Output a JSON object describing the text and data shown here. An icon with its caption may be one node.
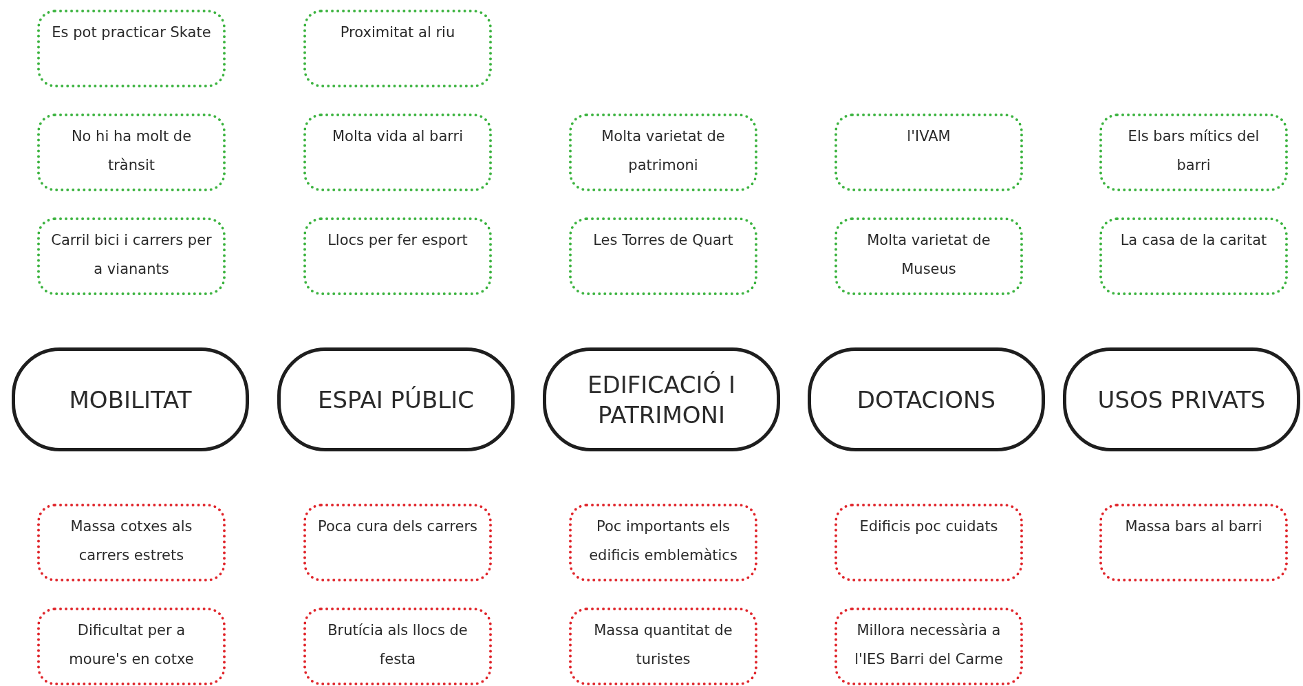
{
  "diagram": {
    "nodes": [
      {
        "text": [
          "Es pot practicar Skate"
        ]
      },
      {
        "text": [
          "Proximitat al riu"
        ]
      },
      {
        "text": [
          "No hi ha molt de trànsit"
        ]
      },
      {
        "text": [
          "Molta vida al barri"
        ]
      },
      {
        "text": [
          "Molta varietat de patrimoni"
        ]
      },
      {
        "text": [
          "l'IVAM"
        ]
      },
      {
        "text": [
          "Els bars mítics del barri"
        ]
      },
      {
        "text": [
          "Carril bici i carrers per a vianants"
        ]
      },
      {
        "text": [
          "Llocs per fer esport"
        ]
      },
      {
        "text": [
          "Les Torres de Quart"
        ]
      },
      {
        "text": [
          "Molta varietat de Museus"
        ]
      },
      {
        "text": [
          "La casa de la caritat"
        ]
      },
      {
        "text": [
          "MOBILITAT"
        ]
      },
      {
        "text": [
          "ESPAI  PÚBLIC"
        ]
      },
      {
        "text": [
          "EDIFICACIÓ I PATRIMONI"
        ]
      },
      {
        "text": [
          "DOTACIONS"
        ]
      },
      {
        "text": [
          "USOS  PRIVATS"
        ]
      },
      {
        "text": [
          "Massa cotxes als carrers estrets"
        ]
      },
      {
        "text": [
          "Poca cura dels carrers"
        ]
      },
      {
        "text": [
          "Poc importants els edificis emblemàtics"
        ]
      },
      {
        "text": [
          "Edificis poc cuidats"
        ]
      },
      {
        "text": [
          "Massa bars al barri"
        ]
      },
      {
        "text": [
          "Dificultat per a moure's en cotxe"
        ]
      },
      {
        "text": [
          "Brutícia als llocs de festa"
        ]
      },
      {
        "text": [
          "Massa quantitat de turistes"
        ]
      },
      {
        "text": [
          "Millora necessària a l'IES Barri del Carme"
        ]
      }
    ]
  }
}
